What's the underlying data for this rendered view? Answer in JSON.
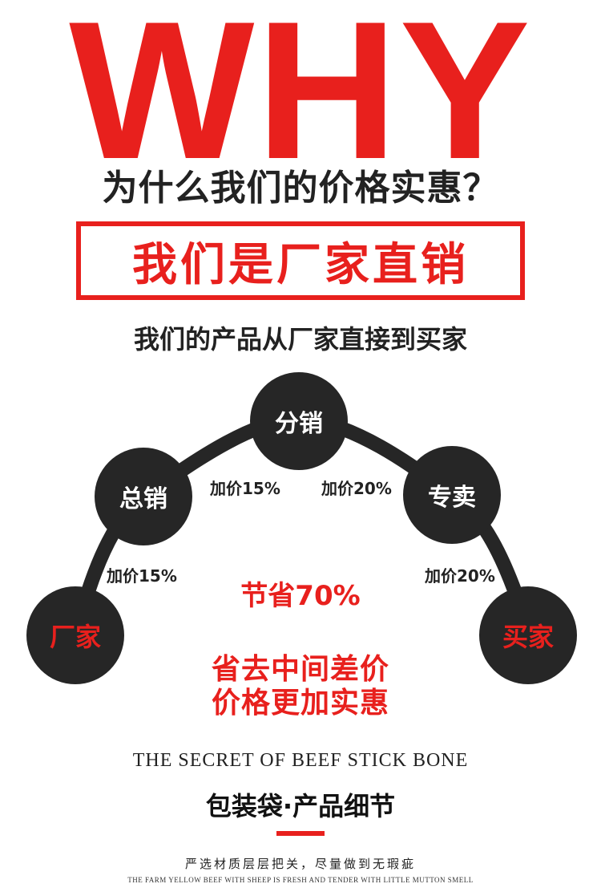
{
  "header": {
    "why": "WHY",
    "question": "为什么我们的价格实惠？",
    "boxed_claim": "我们是厂家直销",
    "subline": "我们的产品从厂家直接到买家"
  },
  "chain": {
    "nodes": {
      "factory": "厂家",
      "general": "总销",
      "distribution": "分销",
      "retail": "专卖",
      "buyer": "买家"
    },
    "markups": {
      "factory_general": "加价15%",
      "general_distribution": "加价15%",
      "distribution_retail": "加价20%",
      "retail_buyer": "加价20%"
    }
  },
  "savings": {
    "headline": "节省70%",
    "line1": "省去中间差价",
    "line2": "价格更加实惠"
  },
  "footer": {
    "secret": "THE SECRET OF BEEF STICK BONE",
    "pack_title": "包装袋·产品细节",
    "strict": "严选材质层层把关，尽量做到无瑕疵",
    "farm": "THE FARM YELLOW BEEF WITH SHEEP IS FRESH AND TENDER WITH LITTLE MUTTON SMELL"
  },
  "colors": {
    "accent_red": "#e8201d",
    "node_dark": "#262626",
    "text_dark": "#222222"
  }
}
